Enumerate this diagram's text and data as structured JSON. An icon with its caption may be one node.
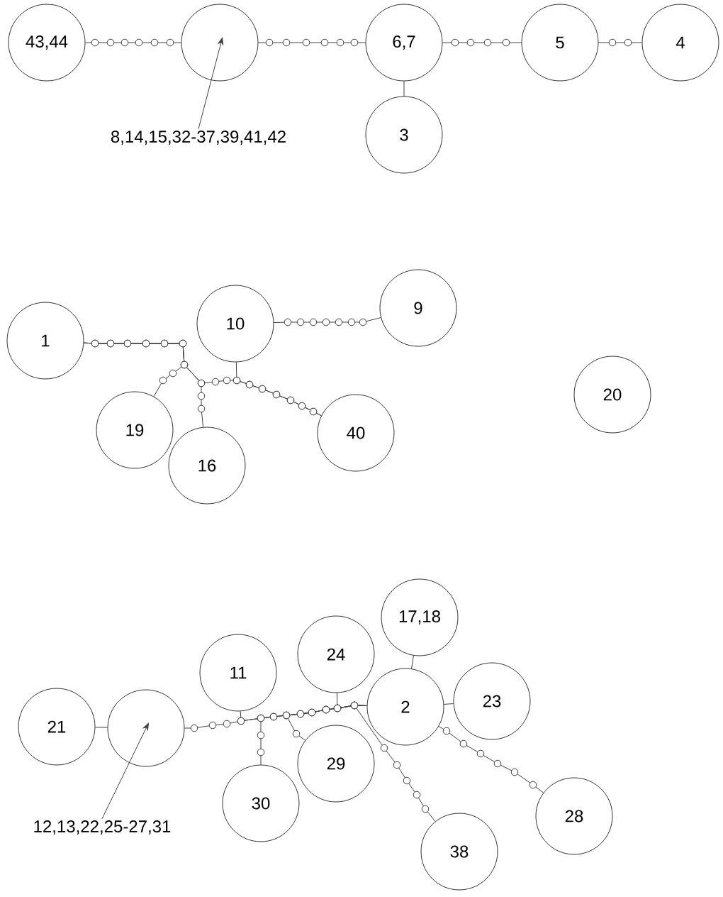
{
  "diagram": {
    "nodes": [
      {
        "text": [
          "43,44"
        ]
      },
      {
        "text": [],
        "shape": "circle"
      },
      {
        "text": [
          "6,7"
        ]
      },
      {
        "text": [
          "5"
        ]
      },
      {
        "text": [
          "4"
        ]
      },
      {
        "text": [
          "3"
        ]
      },
      {
        "text": [
          "8,14,15,32-37,39,41,42"
        ]
      },
      {
        "text": [
          "1"
        ]
      },
      {
        "text": [
          "10"
        ]
      },
      {
        "text": [
          "9"
        ]
      },
      {
        "text": [
          "19"
        ]
      },
      {
        "text": [
          "16"
        ]
      },
      {
        "text": [
          "40"
        ]
      },
      {
        "text": [
          "20"
        ]
      },
      {
        "text": [
          "17,18"
        ]
      },
      {
        "text": [
          "24"
        ]
      },
      {
        "text": [
          "11"
        ]
      },
      {
        "text": [
          "2"
        ]
      },
      {
        "text": [
          "23"
        ]
      },
      {
        "text": [
          "21"
        ]
      },
      {
        "text": [],
        "shape": "circle"
      },
      {
        "text": [
          "29"
        ]
      },
      {
        "text": [
          "30"
        ]
      },
      {
        "text": [
          "28"
        ]
      },
      {
        "text": [
          "38"
        ]
      },
      {
        "text": [
          "12,13,22,25-27,31"
        ]
      }
    ],
    "edges": [
      {
        "from": 0,
        "to": 1,
        "arrow": "none"
      },
      {
        "from": 1,
        "to": 2,
        "arrow": "none"
      },
      {
        "from": 2,
        "to": 3,
        "arrow": "none"
      },
      {
        "from": 3,
        "to": 4,
        "arrow": "none"
      },
      {
        "from": 2,
        "to": 5,
        "arrow": "none"
      },
      {
        "from": 6,
        "to": 1,
        "arrow": "to"
      },
      {
        "from": 7,
        "to": 10,
        "arrow": "none"
      },
      {
        "from": 7,
        "to": 11,
        "arrow": "none"
      },
      {
        "from": 7,
        "to": 12,
        "arrow": "none"
      },
      {
        "from": 8,
        "to": 12,
        "arrow": "none"
      },
      {
        "from": 8,
        "to": 9,
        "arrow": "none"
      },
      {
        "from": 19,
        "to": 20,
        "arrow": "none"
      },
      {
        "from": 20,
        "to": 17,
        "arrow": "none"
      },
      {
        "from": 16,
        "to": 17,
        "arrow": "none"
      },
      {
        "from": 22,
        "to": 17,
        "arrow": "none"
      },
      {
        "from": 21,
        "to": 17,
        "arrow": "none"
      },
      {
        "from": 15,
        "to": 17,
        "arrow": "none"
      },
      {
        "from": 14,
        "to": 17,
        "arrow": "none"
      },
      {
        "from": 17,
        "to": 18,
        "arrow": "none"
      },
      {
        "from": 17,
        "to": 23,
        "arrow": "none"
      },
      {
        "from": 17,
        "to": 24,
        "arrow": "none"
      },
      {
        "from": 25,
        "to": 20,
        "arrow": "to"
      }
    ]
  }
}
